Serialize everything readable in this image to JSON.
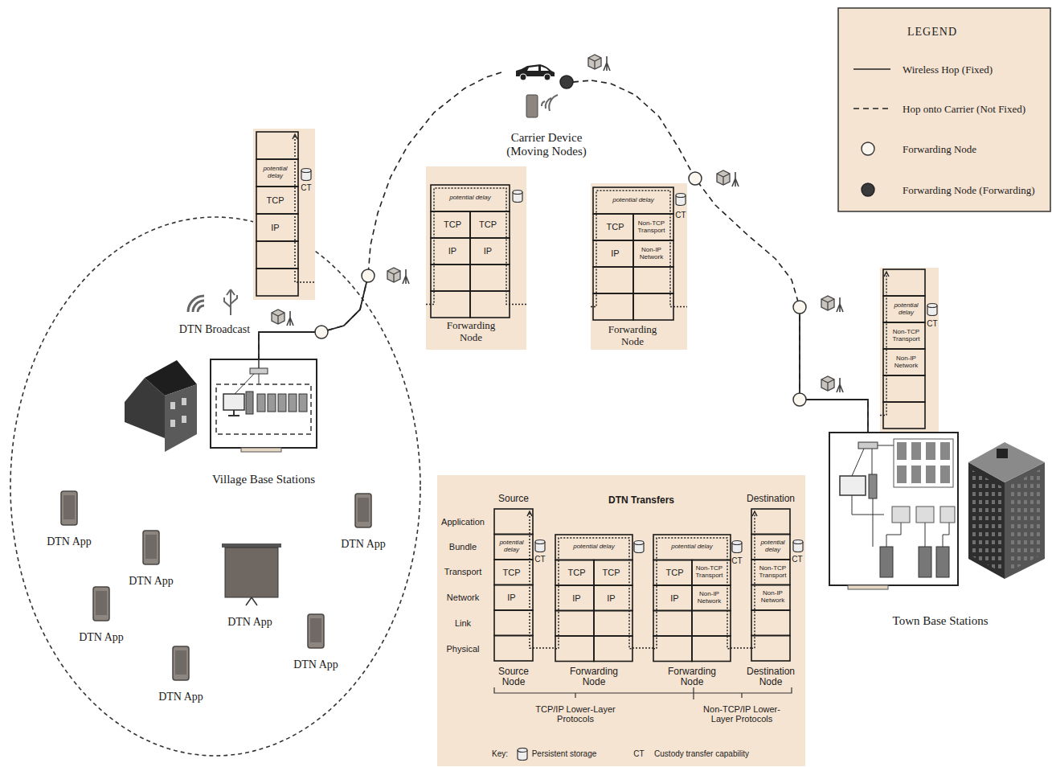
{
  "diagram": {
    "nodes": [
      {
        "text": [
          "potential delay",
          "TCP",
          "IP",
          "CT"
        ]
      },
      {
        "text": [
          "Carrier Device (Moving Nodes)"
        ]
      },
      {
        "text": [
          "potential delay",
          "TCP",
          "TCP",
          "IP",
          "IP",
          "Forwarding Node"
        ]
      },
      {
        "text": [
          "potential delay",
          "TCP",
          "Non-TCP Transport",
          "IP",
          "Non-IP Network",
          "CT",
          "Forwarding Node"
        ]
      },
      {
        "text": [
          "potential delay",
          "Non-TCP Transport",
          "Non-IP Network",
          "CT"
        ]
      },
      {
        "text": [
          "Village Base Stations"
        ]
      },
      {
        "text": [
          "DTN Transfers"
        ]
      },
      {
        "text": [
          "Source",
          "potential delay",
          "TCP",
          "IP",
          "CT",
          "Source Node"
        ],
        "in": 6
      },
      {
        "text": [
          "potential delay",
          "TCP",
          "TCP",
          "IP",
          "IP",
          "Forwarding Node"
        ],
        "in": 6
      },
      {
        "text": [
          "potential delay",
          "TCP",
          "Non-TCP Transport",
          "IP",
          "Non-IP Network",
          "CT",
          "Forwarding Node"
        ],
        "in": 6
      },
      {
        "text": [
          "Destination",
          "potential delay",
          "Non-TCP Transport",
          "Non-IP Network",
          "CT",
          "Destination Node"
        ],
        "in": 6
      },
      {
        "text": [
          "Town Base Stations"
        ]
      }
    ],
    "edges": [
      {
        "from": 5,
        "to": 1,
        "arrow": "none"
      },
      {
        "from": 1,
        "to": 11,
        "arrow": "none"
      }
    ],
    "labels": [
      "LEGEND",
      "DTN Broadcast",
      "DTN App",
      "DTN App",
      "DTN App",
      "DTN App",
      "DTN App",
      "DTN App",
      "DTN App",
      "Application",
      "Bundle",
      "Transport",
      "Network",
      "Link",
      "Physical",
      "TCP/IP Lower-Layer Protocols",
      "Non-TCP/IP Lower-Layer Protocols",
      "Key:",
      "Persistent storage",
      "CT",
      "Custody transfer capability"
    ],
    "legend": [
      {
        "text": "Wireless Hop (Fixed)"
      },
      {
        "text": "Hop onto Carrier (Not Fixed)"
      },
      {
        "text": "Forwarding Node"
      },
      {
        "text": "Forwarding Node (Forwarding)"
      }
    ]
  }
}
